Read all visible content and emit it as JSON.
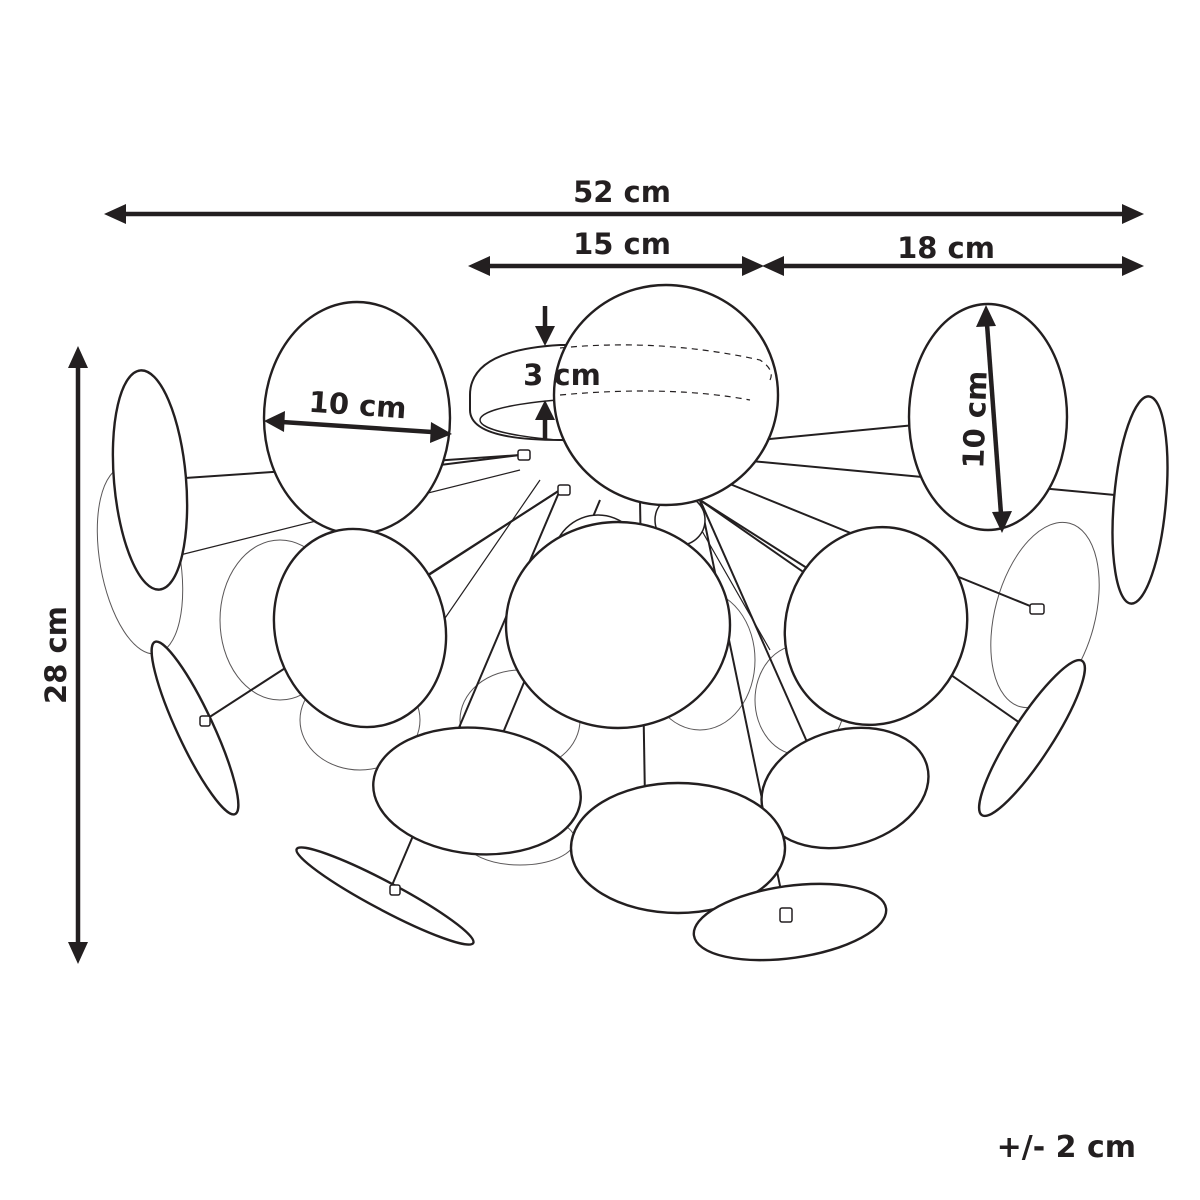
{
  "dimensions": {
    "total_width": "52 cm",
    "canopy_width": "15 cm",
    "arm_length": "18 cm",
    "canopy_height": "3 cm",
    "disc_diameter_horizontal": "10 cm",
    "disc_diameter_vertical": "10 cm",
    "total_height": "28 cm"
  },
  "tolerance": "+/- 2 cm"
}
